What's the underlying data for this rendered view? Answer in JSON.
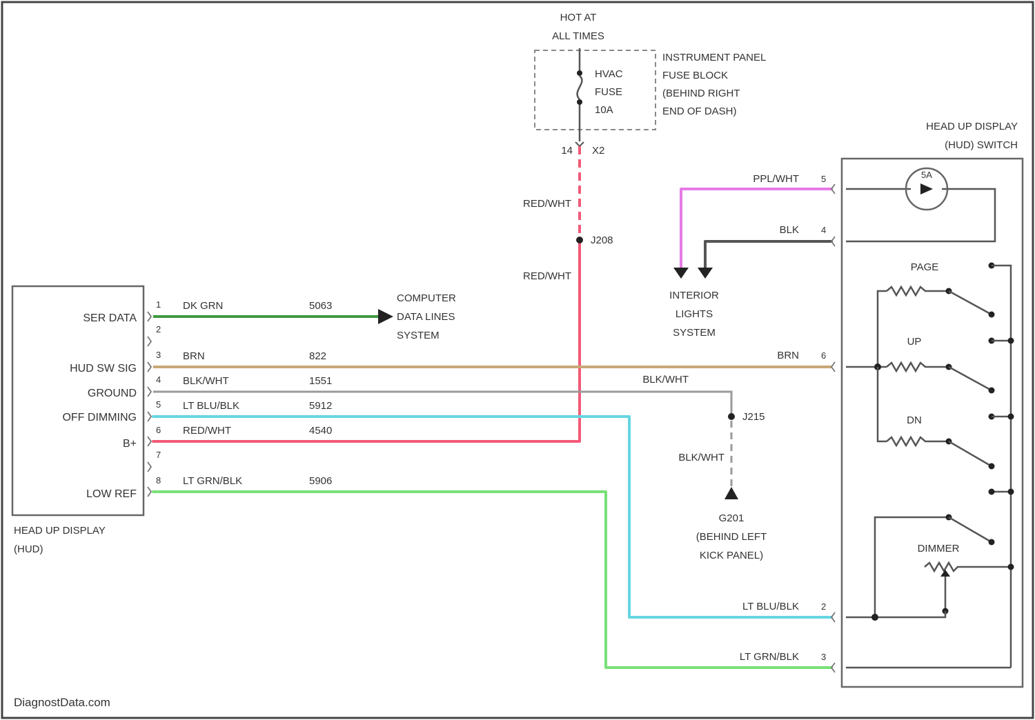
{
  "fuse": {
    "hot_line1": "HOT AT",
    "hot_line2": "ALL TIMES",
    "name_line1": "HVAC",
    "name_line2": "FUSE",
    "rating": "10A",
    "loc_line1": "INSTRUMENT PANEL",
    "loc_line2": "FUSE BLOCK",
    "loc_line3": "(BEHIND RIGHT",
    "loc_line4": "END OF DASH)",
    "pin": "14",
    "connector": "X2"
  },
  "splices": {
    "j208": "J208",
    "j215": "J215"
  },
  "ground": {
    "name": "G201",
    "loc_line1": "(BEHIND LEFT",
    "loc_line2": "KICK PANEL)"
  },
  "hud": {
    "title_line1": "HEAD UP DISPLAY",
    "title_line2": "(HUD)",
    "pins": [
      {
        "num": "1",
        "signal": "SER DATA",
        "color": "DK GRN",
        "circuit": "5063"
      },
      {
        "num": "2",
        "signal": "",
        "color": "",
        "circuit": ""
      },
      {
        "num": "3",
        "signal": "HUD SW SIG",
        "color": "BRN",
        "circuit": "822"
      },
      {
        "num": "4",
        "signal": "GROUND",
        "color": "BLK/WHT",
        "circuit": "1551"
      },
      {
        "num": "5",
        "signal": "OFF DIMMING",
        "color": "LT BLU/BLK",
        "circuit": "5912"
      },
      {
        "num": "6",
        "signal": "B+",
        "color": "RED/WHT",
        "circuit": "4540"
      },
      {
        "num": "7",
        "signal": "",
        "color": "",
        "circuit": ""
      },
      {
        "num": "8",
        "signal": "LOW REF",
        "color": "LT GRN/BLK",
        "circuit": "5906"
      }
    ]
  },
  "switch": {
    "title_line1": "HEAD UP DISPLAY",
    "title_line2": "(HUD) SWITCH",
    "lamp": "5A",
    "buttons": [
      "PAGE",
      "UP",
      "DN",
      "DIMMER"
    ],
    "pins": [
      {
        "num": "5",
        "color": "PPL/WHT"
      },
      {
        "num": "4",
        "color": "BLK"
      },
      {
        "num": "6",
        "color": "BRN"
      },
      {
        "num": "2",
        "color": "LT BLU/BLK"
      },
      {
        "num": "3",
        "color": "LT GRN/BLK"
      }
    ]
  },
  "destinations": {
    "computer_line1": "COMPUTER",
    "computer_line2": "DATA LINES",
    "computer_line3": "SYSTEM",
    "interior_line1": "INTERIOR",
    "interior_line2": "LIGHTS",
    "interior_line3": "SYSTEM"
  },
  "wire_labels": {
    "red_upper": "RED/WHT",
    "red_lower": "RED/WHT",
    "ground_top": "BLK/WHT",
    "ground_bottom": "BLK/WHT"
  },
  "watermark": "DiagnostData.com",
  "colors": {
    "dk_grn": "#3f9a3f",
    "brn": "#c8a878",
    "blk_wht": "#9a9a9a",
    "lt_blu_blk": "#66d6e2",
    "red_wht": "#f25a78",
    "lt_grn_blk": "#78e078",
    "ppl_wht": "#e67ae6",
    "blk": "#555555"
  }
}
